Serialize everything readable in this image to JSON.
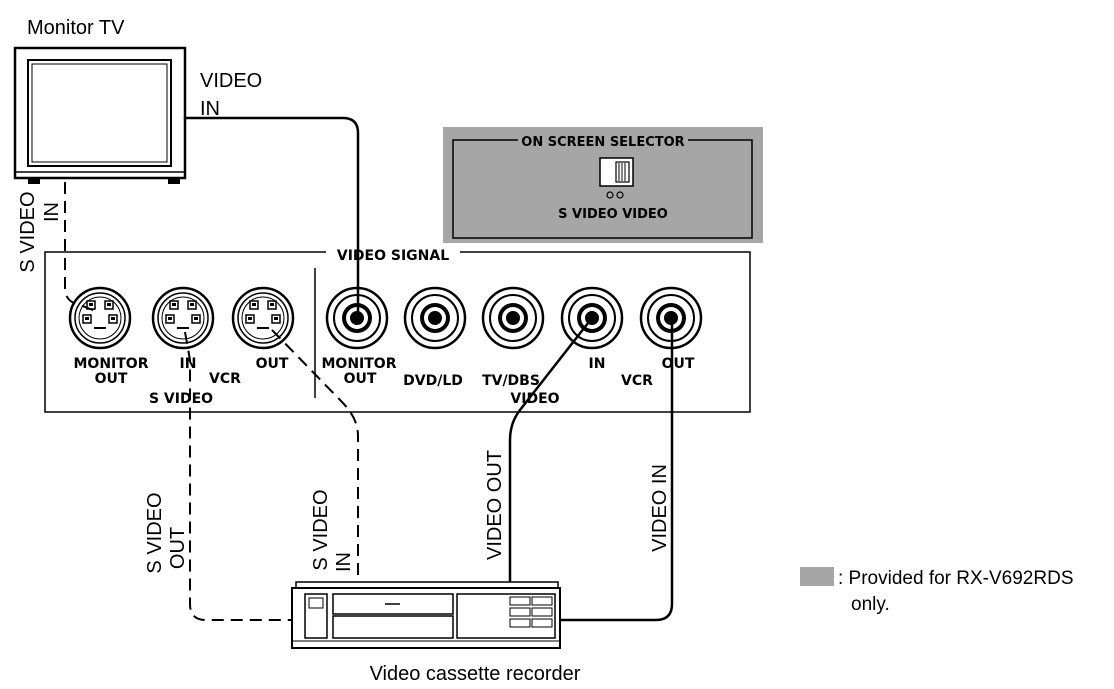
{
  "monitor": {
    "label": "Monitor TV",
    "video_in_label": [
      "VIDEO",
      "IN"
    ],
    "s_video_in_label": [
      "S VIDEO",
      "IN"
    ]
  },
  "selector": {
    "title": "ON SCREEN SELECTOR",
    "switch_labels": "S VIDEO VIDEO"
  },
  "panel": {
    "title": "VIDEO SIGNAL",
    "s_video": {
      "group_label": "S VIDEO",
      "monitor_out": [
        "MONITOR",
        "OUT"
      ],
      "vcr_in": "IN",
      "vcr_out": "OUT",
      "vcr_label": "VCR"
    },
    "video": {
      "group_label": "VIDEO",
      "monitor_out": [
        "MONITOR",
        "OUT"
      ],
      "dvd_ld": "DVD/LD",
      "tv_dbs": "TV/DBS",
      "vcr_in": "IN",
      "vcr_out": "OUT",
      "vcr_label": "VCR"
    }
  },
  "cables": {
    "s_video_out": [
      "S VIDEO",
      "OUT"
    ],
    "s_video_in": [
      "S VIDEO",
      "IN"
    ],
    "video_out": "VIDEO OUT",
    "video_in": "VIDEO IN"
  },
  "vcr": {
    "caption": "Video cassette recorder"
  },
  "legend": {
    "line1": ": Provided for RX-V692RDS",
    "line2": "only."
  },
  "colors": {
    "shaded": "#a6a6a6",
    "line": "#000000"
  }
}
